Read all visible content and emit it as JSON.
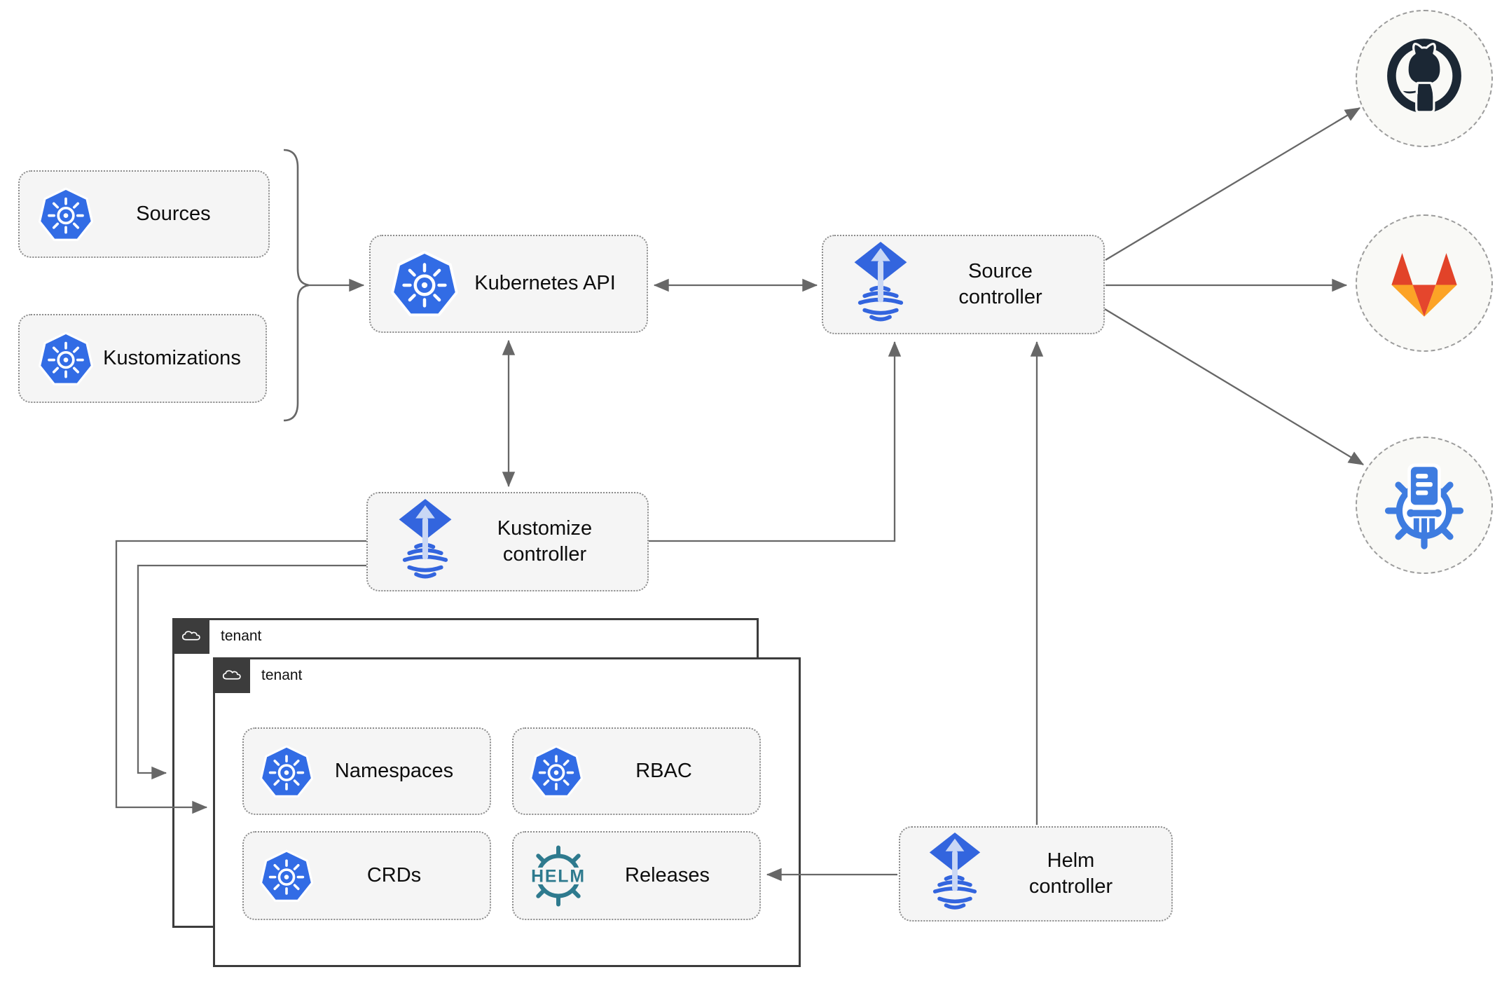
{
  "nodes": {
    "sources": {
      "label": "Sources"
    },
    "kustomizations": {
      "label": "Kustomizations"
    },
    "kubernetes_api": {
      "label": "Kubernetes API"
    },
    "source_controller": {
      "label": "Source\ncontroller"
    },
    "kustomize_controller": {
      "label": "Kustomize\ncontroller"
    },
    "helm_controller": {
      "label": "Helm\ncontroller"
    },
    "tenant_outer": {
      "label": "tenant"
    },
    "tenant_inner": {
      "label": "tenant"
    },
    "namespaces": {
      "label": "Namespaces"
    },
    "rbac": {
      "label": "RBAC"
    },
    "crds": {
      "label": "CRDs"
    },
    "releases": {
      "label": "Releases",
      "logo_text": "HELM"
    }
  },
  "endpoints": {
    "github": {
      "icon": "github-icon"
    },
    "gitlab": {
      "icon": "gitlab-icon"
    },
    "helm_repository": {
      "icon": "chartmuseum-icon"
    }
  },
  "colors": {
    "kubernetes_blue": "#326ce5",
    "flux_blue": "#3365de",
    "flux_light": "#c9d7f5",
    "helm_teal": "#2e7a8e",
    "github_dark": "#1b2734",
    "gitlab_red_orange": "#e24329",
    "gitlab_amber": "#fca326",
    "chartmuseum_blue": "#3e7ce0",
    "arrow_gray": "#676767",
    "node_fill": "#f5f5f5",
    "tenant_border": "#3c3c3c"
  }
}
